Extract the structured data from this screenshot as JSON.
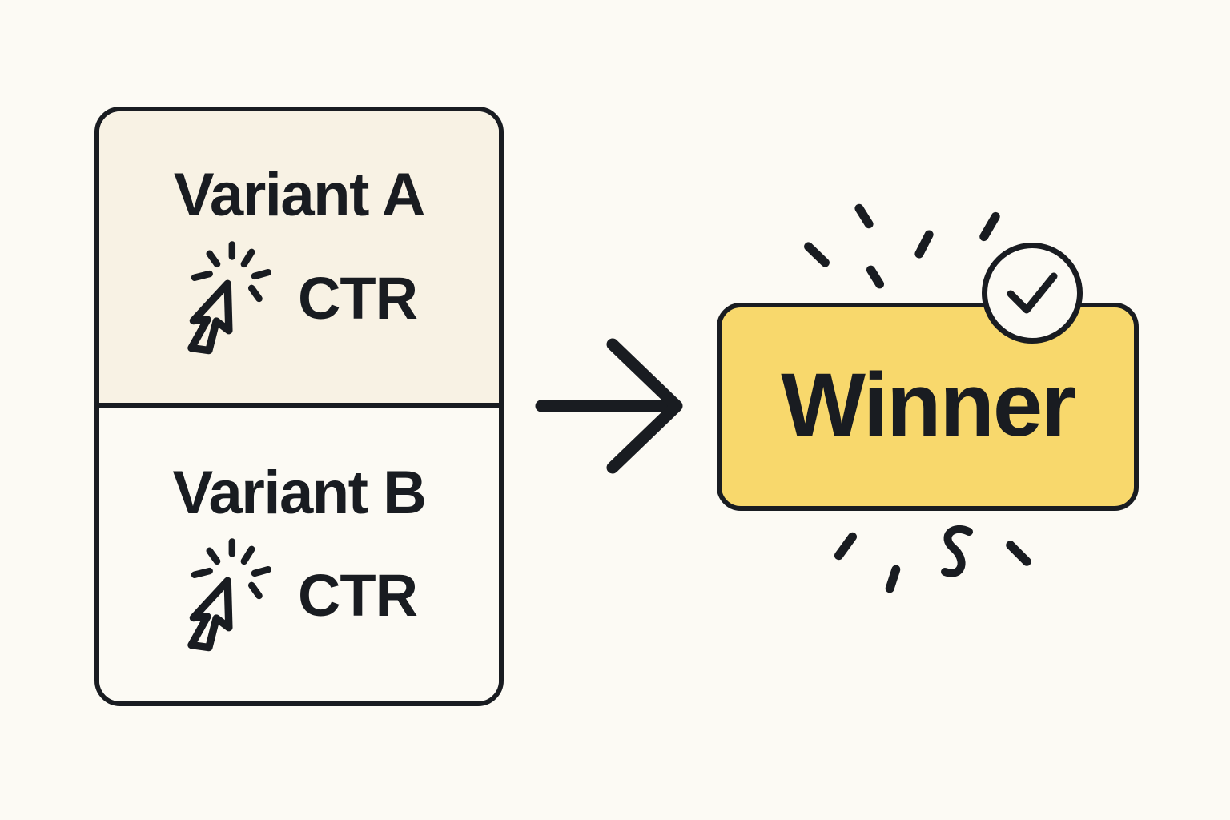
{
  "illustration": {
    "variants": [
      {
        "label": "Variant A",
        "metric": "CTR"
      },
      {
        "label": "Variant B",
        "metric": "CTR"
      }
    ],
    "winner_label": "Winner"
  },
  "icons": {
    "click_cursor": "cursor-click-burst",
    "arrow_right": "→",
    "checkmark": "✓",
    "sparkle_dash": "–",
    "sparkle_s": "S"
  },
  "colors": {
    "background": "#FCFAF4",
    "panel_cream": "#F8F2E4",
    "panel_white": "#FCFAF4",
    "outline": "#191C21",
    "badge_yellow": "#F8D86C",
    "text": "#191C21"
  }
}
